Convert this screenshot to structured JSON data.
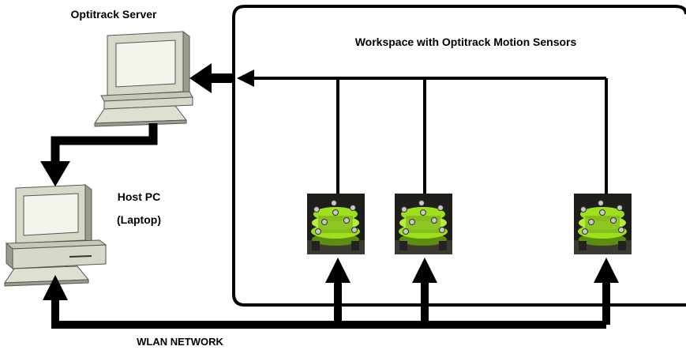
{
  "labels": {
    "server": "Optitrack Server",
    "workspace": "Workspace with Optitrack Motion Sensors",
    "host_line1": "Host PC",
    "host_line2": "(Laptop)",
    "network": "WLAN NETWORK"
  },
  "robots": [
    {
      "id": "robot-1"
    },
    {
      "id": "robot-2"
    },
    {
      "id": "robot-3"
    }
  ],
  "colors": {
    "line": "#000000",
    "computer_body": "#d8d8c8",
    "computer_shadow": "#9c9c8c",
    "screen": "#f4f4ec",
    "robot_green": "#9fe01e",
    "robot_bg": "#1e1e1a"
  }
}
